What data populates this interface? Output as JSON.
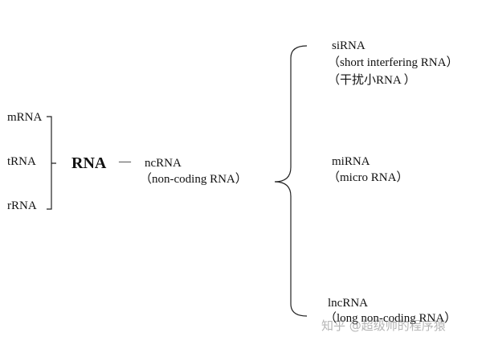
{
  "left_items": {
    "mrna": "mRNA",
    "trna": "tRNA",
    "rrna": "rRNA"
  },
  "center": {
    "rna": "RNA",
    "dash": "—",
    "ncrna": "ncRNA",
    "ncrna_full": "（non-coding RNA）"
  },
  "right_items": {
    "sirna": "siRNA",
    "sirna_full": "（short interfering RNA）",
    "sirna_cn": "（干扰小RNA ）",
    "mirna": "miRNA",
    "mirna_full": "（micro RNA）",
    "lncrna": "lncRNA",
    "lncrna_full": "（long non-coding RNA）"
  },
  "watermark": "知乎 @超级帅的程序猿"
}
